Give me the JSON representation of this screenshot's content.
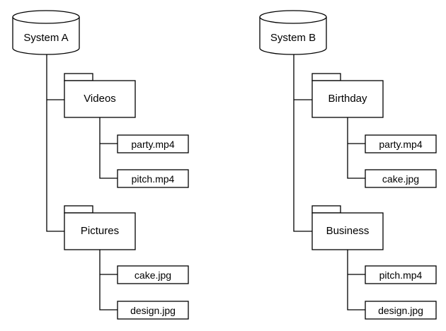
{
  "systems": [
    {
      "name": "System A",
      "folders": [
        {
          "name": "Videos",
          "files": [
            "party.mp4",
            "pitch.mp4"
          ]
        },
        {
          "name": "Pictures",
          "files": [
            "cake.jpg",
            "design.jpg"
          ]
        }
      ]
    },
    {
      "name": "System B",
      "folders": [
        {
          "name": "Birthday",
          "files": [
            "party.mp4",
            "cake.jpg"
          ]
        },
        {
          "name": "Business",
          "files": [
            "pitch.mp4",
            "design.jpg"
          ]
        }
      ]
    }
  ]
}
